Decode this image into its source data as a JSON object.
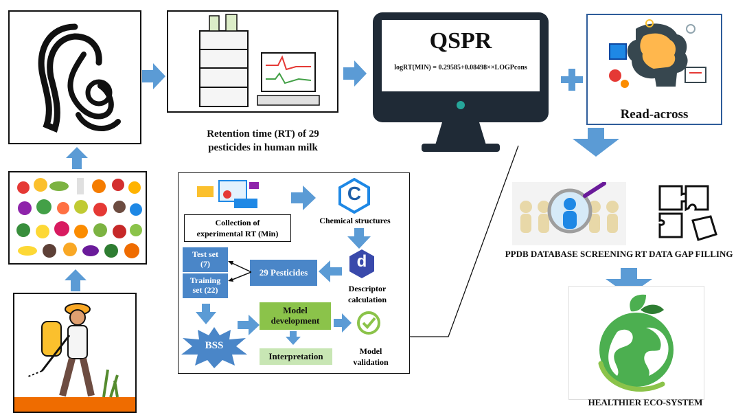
{
  "top": {
    "rt_caption_line1": "Retention time (RT) of 29",
    "rt_caption_line2": "pesticides in human milk",
    "monitor_title": "QSPR",
    "monitor_equation": "logRT(MIN)  = 0.29585+0.08498××LOGPcons",
    "read_across_label": "Read-across"
  },
  "workflow": {
    "collection_line1": "Collection of",
    "collection_line2": "experimental RT (Min)",
    "chemical_structures": "Chemical structures",
    "chem_icon_letter": "C",
    "descriptor_icon_letter": "d",
    "test_set_line1": "Test set",
    "test_set_line2": "(7)",
    "training_set_line1": "Training",
    "training_set_line2": "set (22)",
    "pesticides_box": "29 Pesticides",
    "descriptor_line1": "Descriptor",
    "descriptor_line2": "calculation",
    "model_dev_line1": "Model",
    "model_dev_line2": "development",
    "bss_label": "BSS",
    "interpretation": "Interpretation",
    "model_val_line1": "Model",
    "model_val_line2": "validation"
  },
  "right": {
    "ppdb_label": "PPDB DATABASE SCREENING",
    "rt_gap_label": "RT DATA GAP FILLING",
    "eco_label": "HEALTHIER  ECO-SYSTEM"
  },
  "colors": {
    "arrow_blue": "#5b9bd5",
    "box_blue": "#4a86c8",
    "green": "#8bc34a",
    "light_green": "#c8e6b4",
    "eco_green": "#4caf50"
  }
}
